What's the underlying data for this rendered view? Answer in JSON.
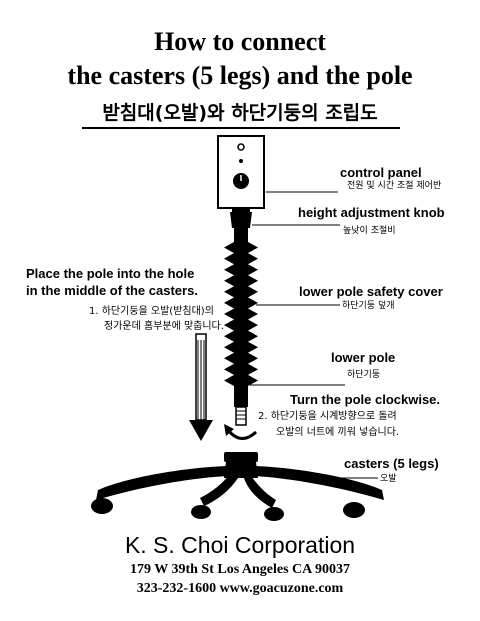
{
  "title": {
    "line1": "How to connect",
    "line2": "the casters (5 legs) and the pole",
    "korean": "받침대(오발)와 하단기둥의 조립도"
  },
  "labels": {
    "control_panel": {
      "en": "control panel",
      "ko": "전원 및 시간 조절 제어반"
    },
    "height_knob": {
      "en": "height adjustment knob",
      "ko": "높낮이 조절비"
    },
    "safety_cover": {
      "en": "lower pole safety cover",
      "ko": "하단기둥 덮개"
    },
    "lower_pole": {
      "en": "lower pole",
      "ko": "하단기둥"
    },
    "casters": {
      "en": "casters (5 legs)",
      "ko": "오발"
    }
  },
  "instructions": {
    "place": {
      "line1": "Place the pole into the hole",
      "line2": "in the middle of the casters."
    },
    "step1": {
      "line1": "1.  하단기둥을 오발(받침대)의",
      "line2": "정가운데 홈부분에 맞춥니다."
    },
    "turn": "Turn the pole clockwise.",
    "step2": {
      "line1": "2.  하단기둥을 시계방향으로 돌려",
      "line2": "오발의 너트에 끼워 넣습니다."
    }
  },
  "footer": {
    "company": "K. S. Choi Corporation",
    "address": "179 W 39th St  Los Angeles CA 90037",
    "contact": "323-232-1600   www.goacuzone.com"
  }
}
